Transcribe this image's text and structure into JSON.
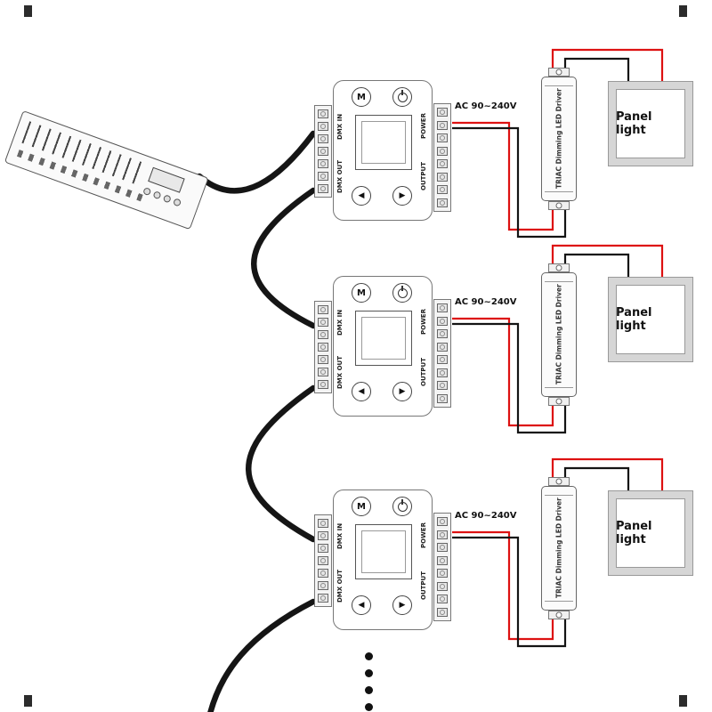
{
  "colors": {
    "live_wire": "#dd1111",
    "neutral_wire": "#141414",
    "cable": "#151515",
    "panel_frame": "#d6d6d6"
  },
  "diagram": {
    "units": [
      {
        "connectors": {
          "dmx_in": "DMX IN",
          "dmx_out": "DMX OUT",
          "power": "POWER",
          "output": "OUTPUT"
        },
        "buttons": {
          "menu": "M",
          "left": "◀",
          "right": "▶"
        },
        "ac_label": "AC 90~240V",
        "driver_label": "TRIAC Dimming LED Driver",
        "panel_label": "Panel light"
      },
      {
        "connectors": {
          "dmx_in": "DMX IN",
          "dmx_out": "DMX OUT",
          "power": "POWER",
          "output": "OUTPUT"
        },
        "buttons": {
          "menu": "M",
          "left": "◀",
          "right": "▶"
        },
        "ac_label": "AC 90~240V",
        "driver_label": "TRIAC Dimming LED Driver",
        "panel_label": "Panel light"
      },
      {
        "connectors": {
          "dmx_in": "DMX IN",
          "dmx_out": "DMX OUT",
          "power": "POWER",
          "output": "OUTPUT"
        },
        "buttons": {
          "menu": "M",
          "left": "◀",
          "right": "▶"
        },
        "ac_label": "AC 90~240V",
        "driver_label": "TRIAC Dimming LED Driver",
        "panel_label": "Panel light"
      }
    ]
  }
}
